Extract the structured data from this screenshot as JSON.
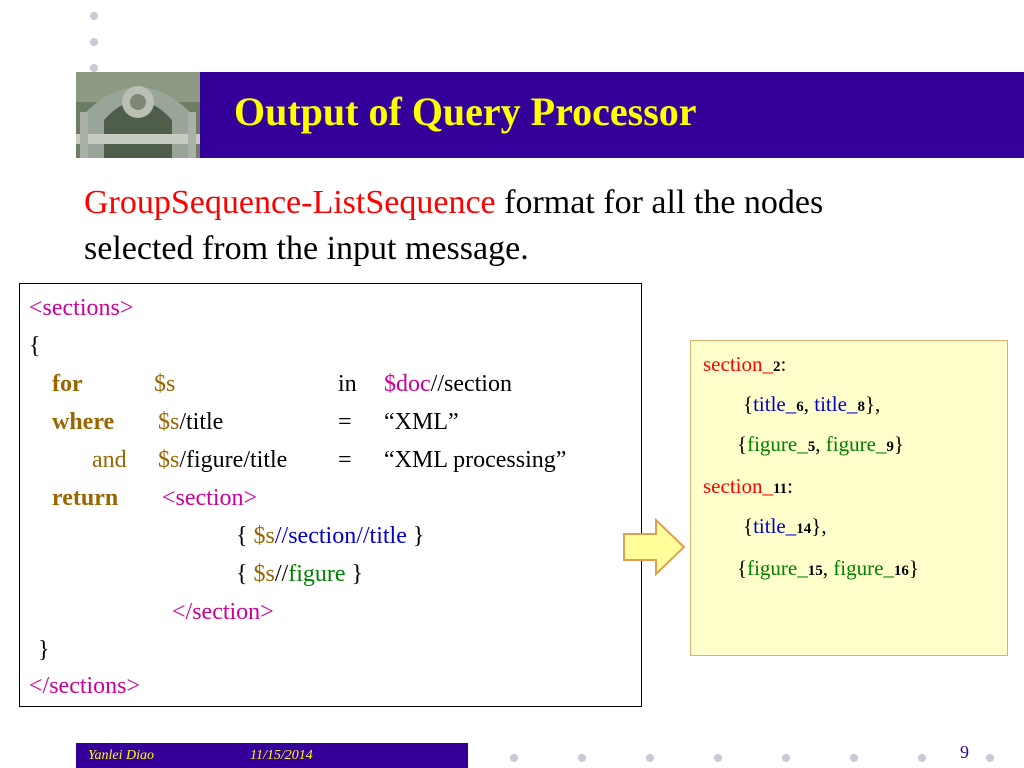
{
  "title": "Output of Query Processor",
  "subtitle": {
    "highlight": "GroupSequence-ListSequence",
    "rest_line1": " format for all the nodes",
    "line2": "selected from the input message."
  },
  "code": {
    "l1": "<sections>",
    "l2": "{",
    "for_kw": "for",
    "for_var": "$s",
    "for_in": "in",
    "for_doc": "$doc",
    "for_path": "//section",
    "where_kw": "where",
    "where_var": "$s",
    "where_path": "/title",
    "where_eq": "=",
    "where_val": "“XML”",
    "and_kw": "and",
    "and_var": "$s",
    "and_path": "/figure/title",
    "and_eq": "=",
    "and_val": "“XML processing”",
    "return_kw": "return",
    "return_tag": "<section>",
    "ret1_open": "{",
    "ret1_var": "$s",
    "ret1_path": "//section//title",
    "ret1_close": "}",
    "ret2_open": "{",
    "ret2_var": "$s",
    "ret2_slash": "//",
    "ret2_path": "figure",
    "ret2_close": "}",
    "close_tag": "</section>",
    "close_brace": "}",
    "end_tag": "</sections>"
  },
  "result": {
    "r1_word": "section",
    "r1_sep": "_",
    "r1_num": "2",
    "r1_colon": ":",
    "r2_open": "{",
    "r2_a": "title_",
    "r2_a_num": "6",
    "r2_comma": ",",
    "r2_b": "title_",
    "r2_b_num": "8",
    "r2_close": "},",
    "r3_open": "{",
    "r3_a": "figure_",
    "r3_a_num": "5",
    "r3_comma": ",",
    "r3_b": "figure_",
    "r3_b_num": "9",
    "r3_close": "}",
    "r4_word": "section",
    "r4_sep": "_",
    "r4_num": "11",
    "r4_colon": ":",
    "r5_open": "{",
    "r5_a": "title_",
    "r5_a_num": "14",
    "r5_close": "},",
    "r6_open": "{",
    "r6_a": "figure_",
    "r6_a_num": "15",
    "r6_comma": ",",
    "r6_b": "figure_",
    "r6_b_num": "16",
    "r6_close": "}"
  },
  "footer": {
    "author": "Yanlei Diao",
    "date": "11/15/2014",
    "page": "9"
  },
  "colors": {
    "title_bar": "#330099",
    "title_text": "#ffff00",
    "highlight": "#ff0000",
    "tag": "#cc0099",
    "path": "#0000cc",
    "figure": "#008000",
    "result_bg": "#ffffcc"
  }
}
